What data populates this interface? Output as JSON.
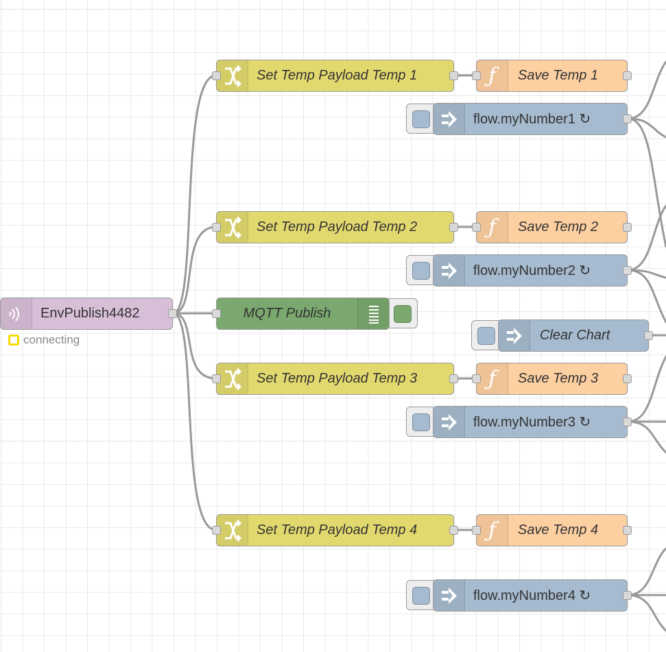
{
  "colors": {
    "change": "#e2d96e",
    "function": "#fdd0a2",
    "inject": "#a6bbcf",
    "envpublish": "#d8bfd8",
    "mqtt": "#7aa86e",
    "status_connecting": "#f5d800",
    "wire": "#999999"
  },
  "source_node": {
    "label": "EnvPublish4482",
    "icon": "wifi-broadcast-icon",
    "status": "connecting"
  },
  "change_nodes": [
    {
      "label": "Set Temp Payload Temp 1",
      "icon": "shuffle-icon"
    },
    {
      "label": "Set Temp Payload Temp 2",
      "icon": "shuffle-icon"
    },
    {
      "label": "Set Temp Payload Temp 3",
      "icon": "shuffle-icon"
    },
    {
      "label": "Set Temp Payload Temp 4",
      "icon": "shuffle-icon"
    }
  ],
  "function_nodes": [
    {
      "label": "Save Temp 1",
      "icon": "function-icon"
    },
    {
      "label": "Save Temp 2",
      "icon": "function-icon"
    },
    {
      "label": "Save Temp 3",
      "icon": "function-icon"
    },
    {
      "label": "Save Temp 4",
      "icon": "function-icon"
    }
  ],
  "inject_nodes": [
    {
      "label": "flow.myNumber1 ↻",
      "icon": "arrow-right-icon"
    },
    {
      "label": "flow.myNumber2 ↻",
      "icon": "arrow-right-icon"
    },
    {
      "label": "flow.myNumber3 ↻",
      "icon": "arrow-right-icon"
    },
    {
      "label": "flow.myNumber4 ↻",
      "icon": "arrow-right-icon"
    }
  ],
  "clear_chart": {
    "label": "Clear Chart",
    "icon": "arrow-right-icon"
  },
  "mqtt_node": {
    "label": "MQTT Publish",
    "icon": "list-icon"
  }
}
